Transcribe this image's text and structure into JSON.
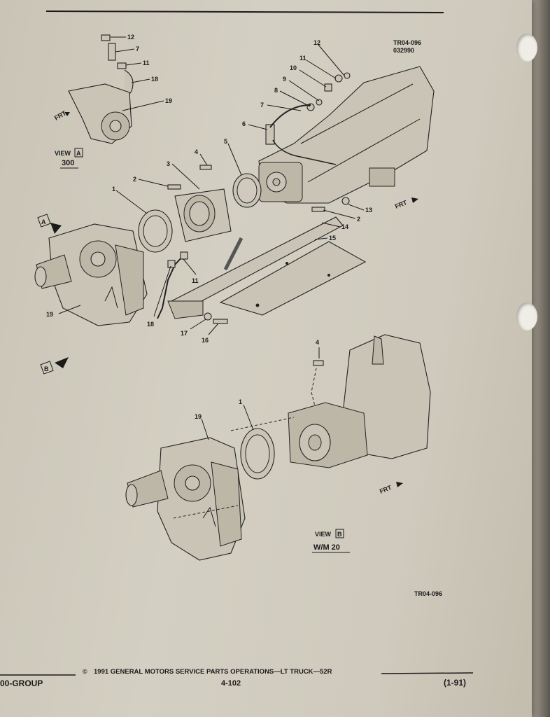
{
  "figure_code_top": "TR04-096",
  "figure_date_code": "032990",
  "figure_code_bottom": "TR04-096",
  "view_a": {
    "label": "VIEW",
    "letter": "A",
    "sub": "300"
  },
  "view_b": {
    "label": "VIEW",
    "letter": "B",
    "sub": "W/M 20"
  },
  "frt_label": "FRT",
  "marker_a": "A",
  "marker_b": "B",
  "callouts_view_a": [
    "12",
    "7",
    "11",
    "18",
    "19"
  ],
  "callouts_main": [
    "12",
    "11",
    "10",
    "9",
    "8",
    "7",
    "6",
    "5",
    "4",
    "3",
    "2",
    "1",
    "13",
    "2",
    "14",
    "15",
    "11",
    "18",
    "19",
    "17",
    "16"
  ],
  "callouts_view_b": [
    "4",
    "1",
    "19"
  ],
  "footer": {
    "copyright_symbol": "©",
    "line": "1991 GENERAL MOTORS SERVICE PARTS OPERATIONS—LT TRUCK—52R",
    "page_number": "4-102",
    "group": "00-GROUP",
    "date": "(1-91)"
  }
}
